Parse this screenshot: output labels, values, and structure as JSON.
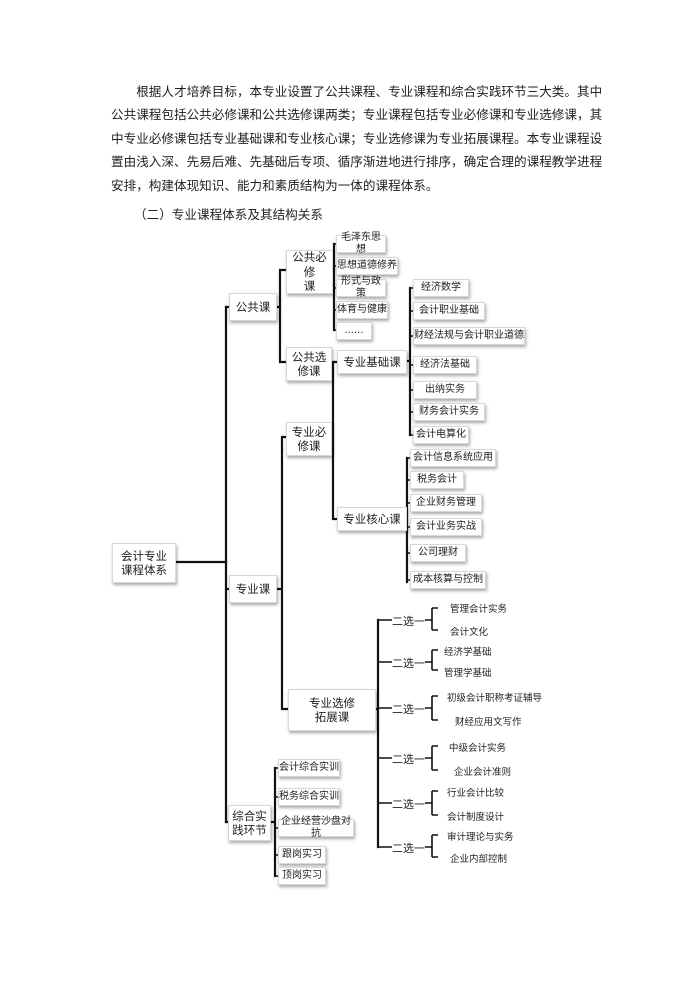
{
  "intro_paragraph": "根据人才培养目标，本专业设置了公共课程、专业课程和综合实践环节三大类。其中公共课程包括公共必修课和公共选修课两类；专业课程包括专业必修课和专业选修课，其中专业必修课包括专业基础课和专业核心课；专业选修课为专业拓展课程。本专业课程设置由浅入深、先易后难、先基础后专项、循序渐进地进行排序，确定合理的课程教学进程安排，构建体现知识、能力和素质结构为一体的课程体系。",
  "section_heading": "（二）专业课程体系及其结构关系",
  "tree": {
    "root": "会计专业\n课程体系",
    "public": {
      "label": "公共课",
      "required": {
        "label": "公共必修\n课",
        "items": [
          "毛泽东思想",
          "思想道德修养",
          "形式与政策",
          "体育与健康",
          "......"
        ]
      },
      "elective": {
        "label": "公共选\n修课"
      }
    },
    "major": {
      "label": "专业课",
      "required": {
        "label": "专业必\n修课",
        "basic": {
          "label": "专业基础课",
          "items": [
            "经济数学",
            "会计职业基础",
            "财经法规与会计职业道德",
            "经济法基础",
            "出纳实务",
            "财务会计实务",
            "会计电算化"
          ]
        },
        "core": {
          "label": "专业核心课",
          "items": [
            "会计信息系统应用",
            "税务会计",
            "企业财务管理",
            "会计业务实战",
            "公司理财",
            "成本核算与控制"
          ]
        }
      },
      "elective": {
        "label": "专业选修\n拓展课",
        "groups": [
          {
            "label": "二选一",
            "items": [
              "管理会计实务",
              "会计文化"
            ]
          },
          {
            "label": "二选一",
            "items": [
              "经济学基础",
              "管理学基础"
            ]
          },
          {
            "label": "二选一",
            "items": [
              "初级会计职称考证辅导",
              "财经应用文写作"
            ]
          },
          {
            "label": "二选一",
            "items": [
              "中级会计实务",
              "企业会计准则"
            ]
          },
          {
            "label": "二选一",
            "items": [
              "行业会计比较",
              "会计制度设计"
            ]
          },
          {
            "label": "二选一",
            "items": [
              "审计理论与实务",
              "企业内部控制"
            ]
          }
        ]
      }
    },
    "practice": {
      "label": "综合实\n践环节",
      "items": [
        "会计综合实训",
        "税务综合实训",
        "企业经营沙盘对抗",
        "跟岗实习",
        "顶岗实习"
      ]
    }
  }
}
